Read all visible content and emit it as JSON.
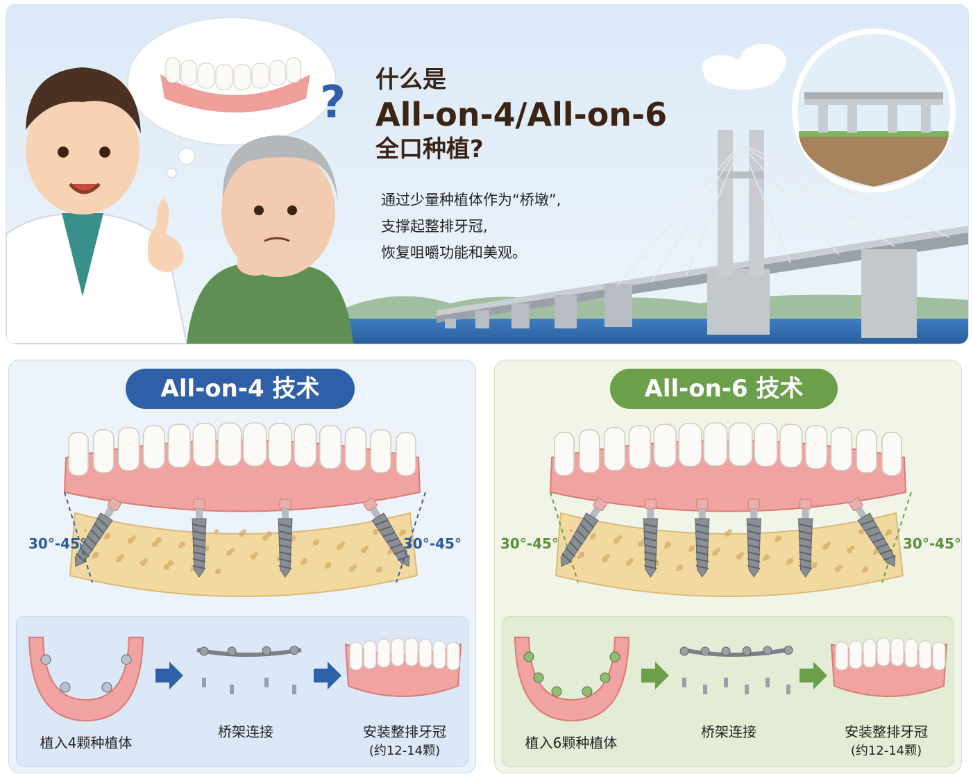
{
  "hero": {
    "title_line1": "什么是",
    "title_line2": "All-on-4/All-on-6",
    "title_line3": "全口种植?",
    "description": [
      "通过少量种植体作为“桥墩”,",
      "支撑起整排牙冠,",
      "恢复咀嚼功能和美观。"
    ],
    "question_mark": "?"
  },
  "panels": [
    {
      "title": "All-on-4 技术",
      "accent": "#2f5fa8",
      "implant_count": 4,
      "angle_left": "30°-45°",
      "angle_right": "30°-45°",
      "steps": [
        {
          "label": "植入4颗种植体",
          "note": ""
        },
        {
          "label": "桥架连接",
          "note": ""
        },
        {
          "label": "安装整排牙冠",
          "note": "(约12-14颗)"
        }
      ]
    },
    {
      "title": "All-on-6 技术",
      "accent": "#6b9f4a",
      "implant_count": 6,
      "angle_left": "30°-45°",
      "angle_right": "30°-45°",
      "steps": [
        {
          "label": "植入6颗种植体",
          "note": ""
        },
        {
          "label": "桥架连接",
          "note": ""
        },
        {
          "label": "安装整排牙冠",
          "note": "(约12-14颗)"
        }
      ]
    }
  ],
  "colors": {
    "sky": "#cfe3f5",
    "gum": "#f0a3a0",
    "bone": "#f1d9a0",
    "tooth": "#fbfaf6",
    "implant": "#8a8f96"
  }
}
